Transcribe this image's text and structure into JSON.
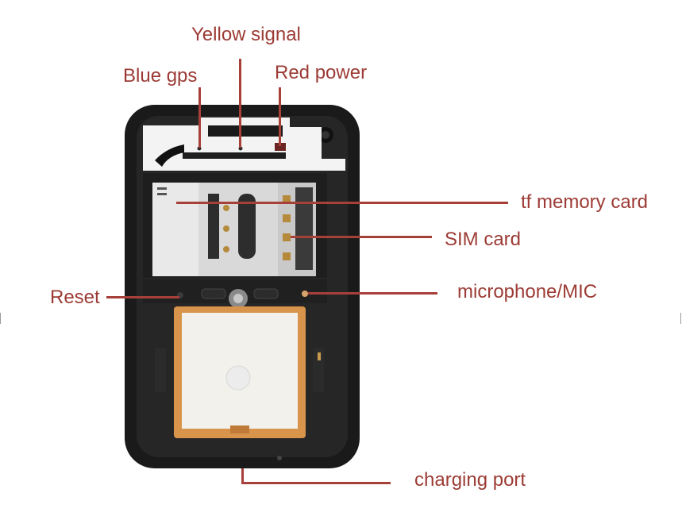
{
  "labels": {
    "yellow_signal": "Yellow signal",
    "blue_gps": "Blue gps",
    "red_power": "Red power",
    "tf_memory_card": "tf memory card",
    "sim_card": "SIM card",
    "reset": "Reset",
    "microphone": "microphone/MIC",
    "charging_port": "charging port"
  },
  "colors": {
    "label_text": "#9c3b35",
    "leader_line": "#a8403a",
    "device_body": "#1c1c1c",
    "gps_antenna_border": "#d8944a",
    "gps_antenna_face": "#f2f1ec"
  }
}
